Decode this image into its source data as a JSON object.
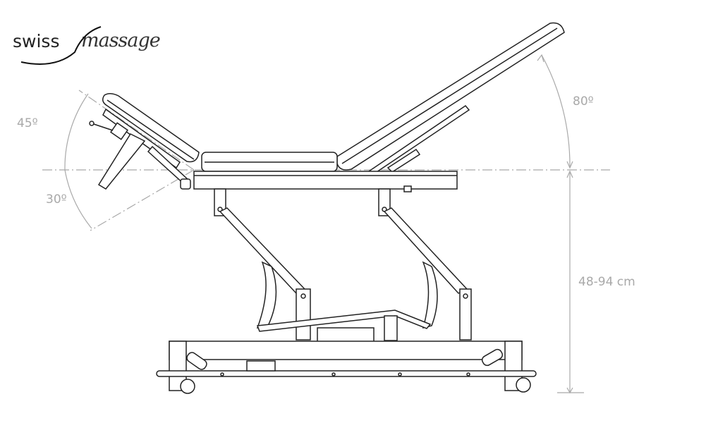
{
  "logo": {
    "part1": "swiss",
    "part2": "massage"
  },
  "dimensions": {
    "backrest_angle": "80º",
    "head_up_angle": "45º",
    "head_down_angle": "30º",
    "height_range": "48-94 cm"
  },
  "colors": {
    "line": "#222222",
    "dimension": "#a9a9a9"
  }
}
